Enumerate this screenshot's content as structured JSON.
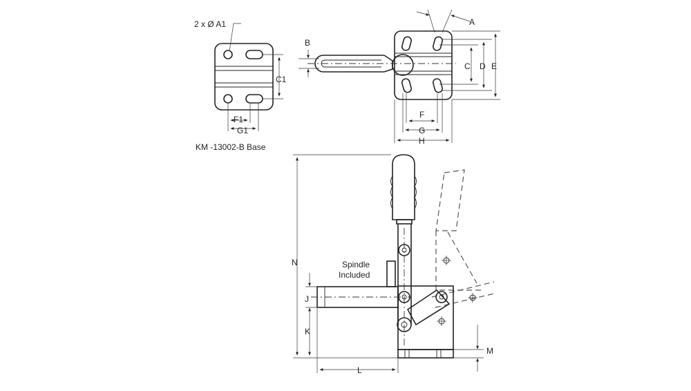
{
  "labels": {
    "a1": "2 x Ø A1",
    "c1": "C1",
    "f1": "F1",
    "g1": "G1",
    "base_caption": "KM -13002-B Base",
    "a": "A",
    "b": "B",
    "c": "C",
    "d": "D",
    "e": "E",
    "f": "F",
    "g": "G",
    "h": "H",
    "n": "N",
    "j": "J",
    "k": "K",
    "l": "L",
    "m": "M",
    "spindle_line1": "Spindle",
    "spindle_line2": "Included"
  },
  "colors": {
    "line": "#222222",
    "background": "#ffffff"
  }
}
